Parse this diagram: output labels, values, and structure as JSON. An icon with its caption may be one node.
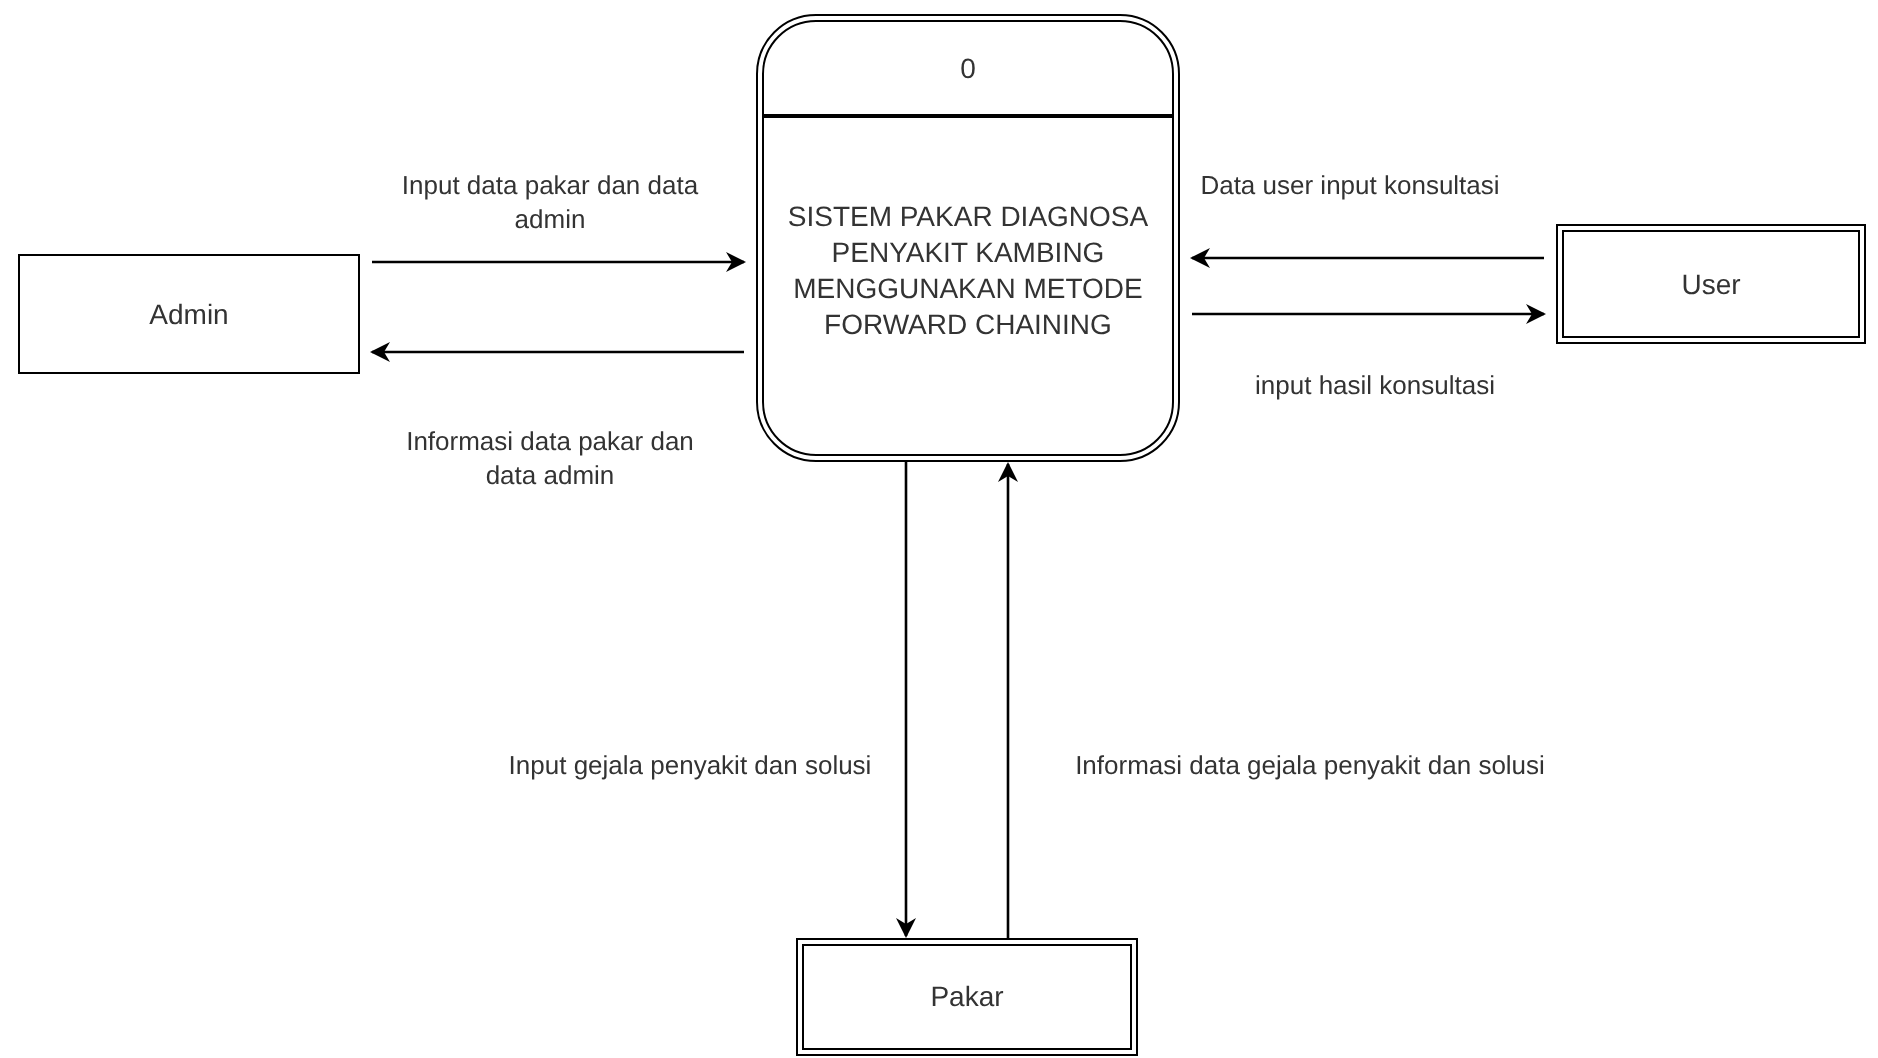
{
  "diagram": {
    "nodes": [
      {
        "text": [
          "Admin"
        ]
      },
      {
        "text": [
          "0",
          "SISTEM PAKAR DIAGNOSA PENYAKIT KAMBING MENGGUNAKAN METODE FORWARD CHAINING"
        ]
      },
      {
        "text": [
          "User"
        ]
      },
      {
        "text": [
          "Pakar"
        ]
      }
    ],
    "edges": [
      {
        "from": 0,
        "to": 1,
        "arrow": "to",
        "label": "Input data pakar dan data admin"
      },
      {
        "from": 1,
        "to": 0,
        "arrow": "to",
        "label": "Informasi data pakar dan data admin"
      },
      {
        "from": 2,
        "to": 1,
        "arrow": "to",
        "label": "Data user input konsultasi"
      },
      {
        "from": 1,
        "to": 2,
        "arrow": "to",
        "label": "input hasil konsultasi"
      },
      {
        "from": 1,
        "to": 3,
        "arrow": "to",
        "label": "Input gejala penyakit dan solusi"
      },
      {
        "from": 3,
        "to": 1,
        "arrow": "to",
        "label": "Informasi data gejala penyakit dan solusi"
      }
    ]
  }
}
